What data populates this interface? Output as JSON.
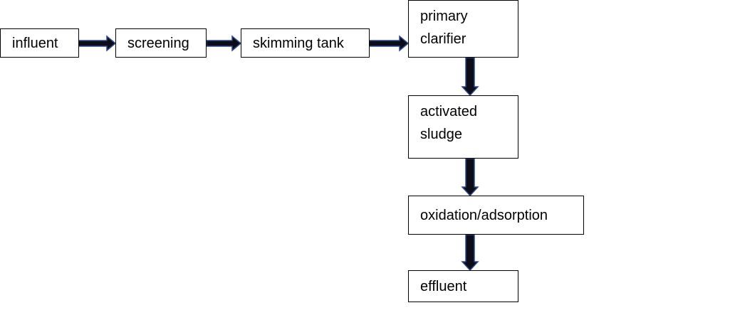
{
  "diagram": {
    "type": "process-flow",
    "nodes": [
      {
        "id": "influent",
        "lines": [
          "influent"
        ]
      },
      {
        "id": "screening",
        "lines": [
          "screening"
        ]
      },
      {
        "id": "skimming-tank",
        "lines": [
          "skimming tank"
        ]
      },
      {
        "id": "primary-clarifier",
        "lines": [
          "primary",
          "clarifier"
        ]
      },
      {
        "id": "activated-sludge",
        "lines": [
          "activated",
          "sludge"
        ]
      },
      {
        "id": "oxidation-adsorption",
        "lines": [
          "oxidation/adsorption"
        ]
      },
      {
        "id": "effluent",
        "lines": [
          "effluent"
        ]
      }
    ],
    "edges": [
      {
        "from": "influent",
        "to": "screening"
      },
      {
        "from": "screening",
        "to": "skimming-tank"
      },
      {
        "from": "skimming-tank",
        "to": "primary-clarifier"
      },
      {
        "from": "primary-clarifier",
        "to": "activated-sludge"
      },
      {
        "from": "activated-sludge",
        "to": "oxidation-adsorption"
      },
      {
        "from": "oxidation-adsorption",
        "to": "effluent"
      }
    ],
    "colors": {
      "box_border": "#000000",
      "box_fill": "#ffffff",
      "arrow_fill": "#0d0d1a",
      "arrow_outline": "#2b4a8a",
      "text": "#000000"
    }
  }
}
